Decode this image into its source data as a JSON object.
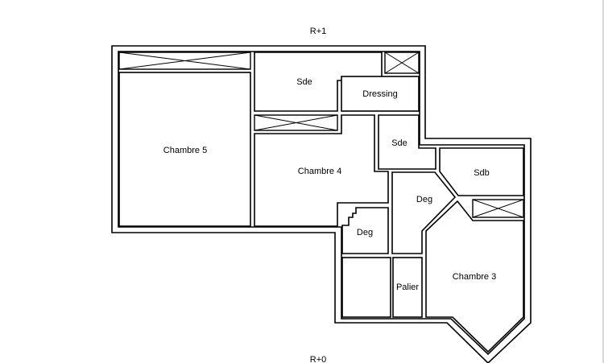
{
  "plan": {
    "level_top": "R+1",
    "level_bottom": "R+0",
    "rooms": {
      "chambre5": "Chambre 5",
      "sde_top": "Sde",
      "dressing": "Dressing",
      "chambre4": "Chambre 4",
      "sde_mid": "Sde",
      "sdb": "Sdb",
      "deg_right": "Deg",
      "deg_left": "Deg",
      "palier": "Palier",
      "chambre3": "Chambre 3"
    }
  }
}
